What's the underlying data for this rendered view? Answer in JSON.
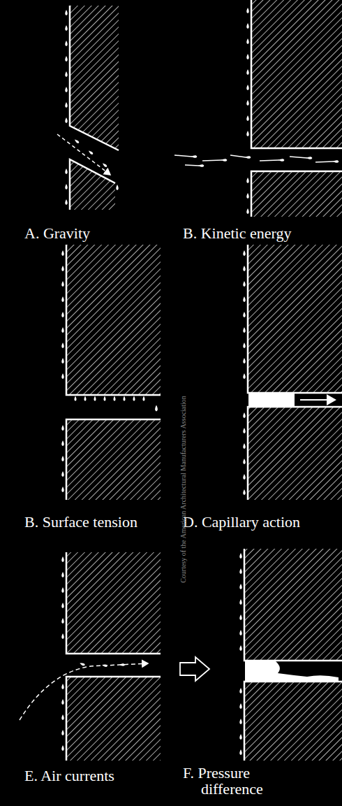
{
  "diagram": {
    "labels": [
      "A. Gravity",
      "B. Kinetic energy",
      "B. Surface tension",
      "D. Capillary action",
      "E. Air currents",
      "F. Pressure difference",
      "Courtesy of the American Architectural Manufacturers Association"
    ]
  }
}
